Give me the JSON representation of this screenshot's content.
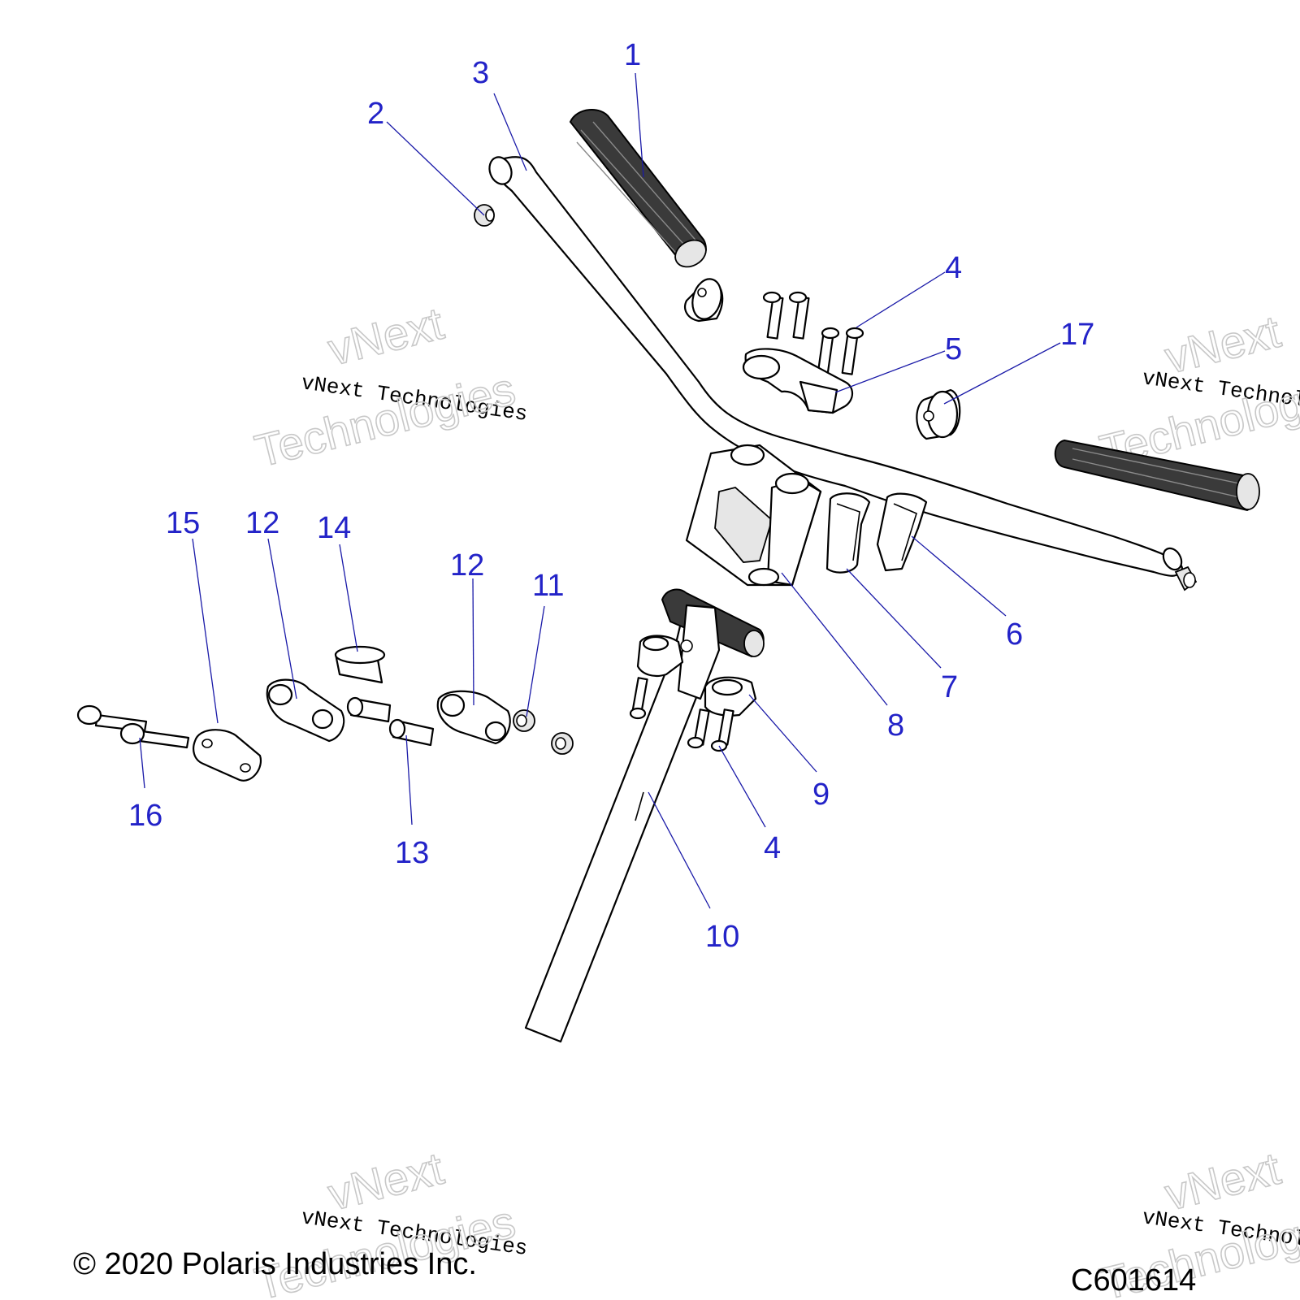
{
  "diagram": {
    "callouts": [
      {
        "id": "c1",
        "label": "1"
      },
      {
        "id": "c2",
        "label": "2"
      },
      {
        "id": "c3",
        "label": "3"
      },
      {
        "id": "c4a",
        "label": "4"
      },
      {
        "id": "c5",
        "label": "5"
      },
      {
        "id": "c17",
        "label": "17"
      },
      {
        "id": "c15",
        "label": "15"
      },
      {
        "id": "c12a",
        "label": "12"
      },
      {
        "id": "c14",
        "label": "14"
      },
      {
        "id": "c12b",
        "label": "12"
      },
      {
        "id": "c11",
        "label": "11"
      },
      {
        "id": "c6",
        "label": "6"
      },
      {
        "id": "c7",
        "label": "7"
      },
      {
        "id": "c8",
        "label": "8"
      },
      {
        "id": "c9",
        "label": "9"
      },
      {
        "id": "c4b",
        "label": "4"
      },
      {
        "id": "c16",
        "label": "16"
      },
      {
        "id": "c13",
        "label": "13"
      },
      {
        "id": "c10",
        "label": "10"
      }
    ]
  },
  "watermark": {
    "line1": "vNext Technologies",
    "word1": "vNext",
    "word2": "Technologies"
  },
  "footer": {
    "copyright": "© 2020 Polaris Industries Inc.",
    "figure_code": "C601614"
  }
}
